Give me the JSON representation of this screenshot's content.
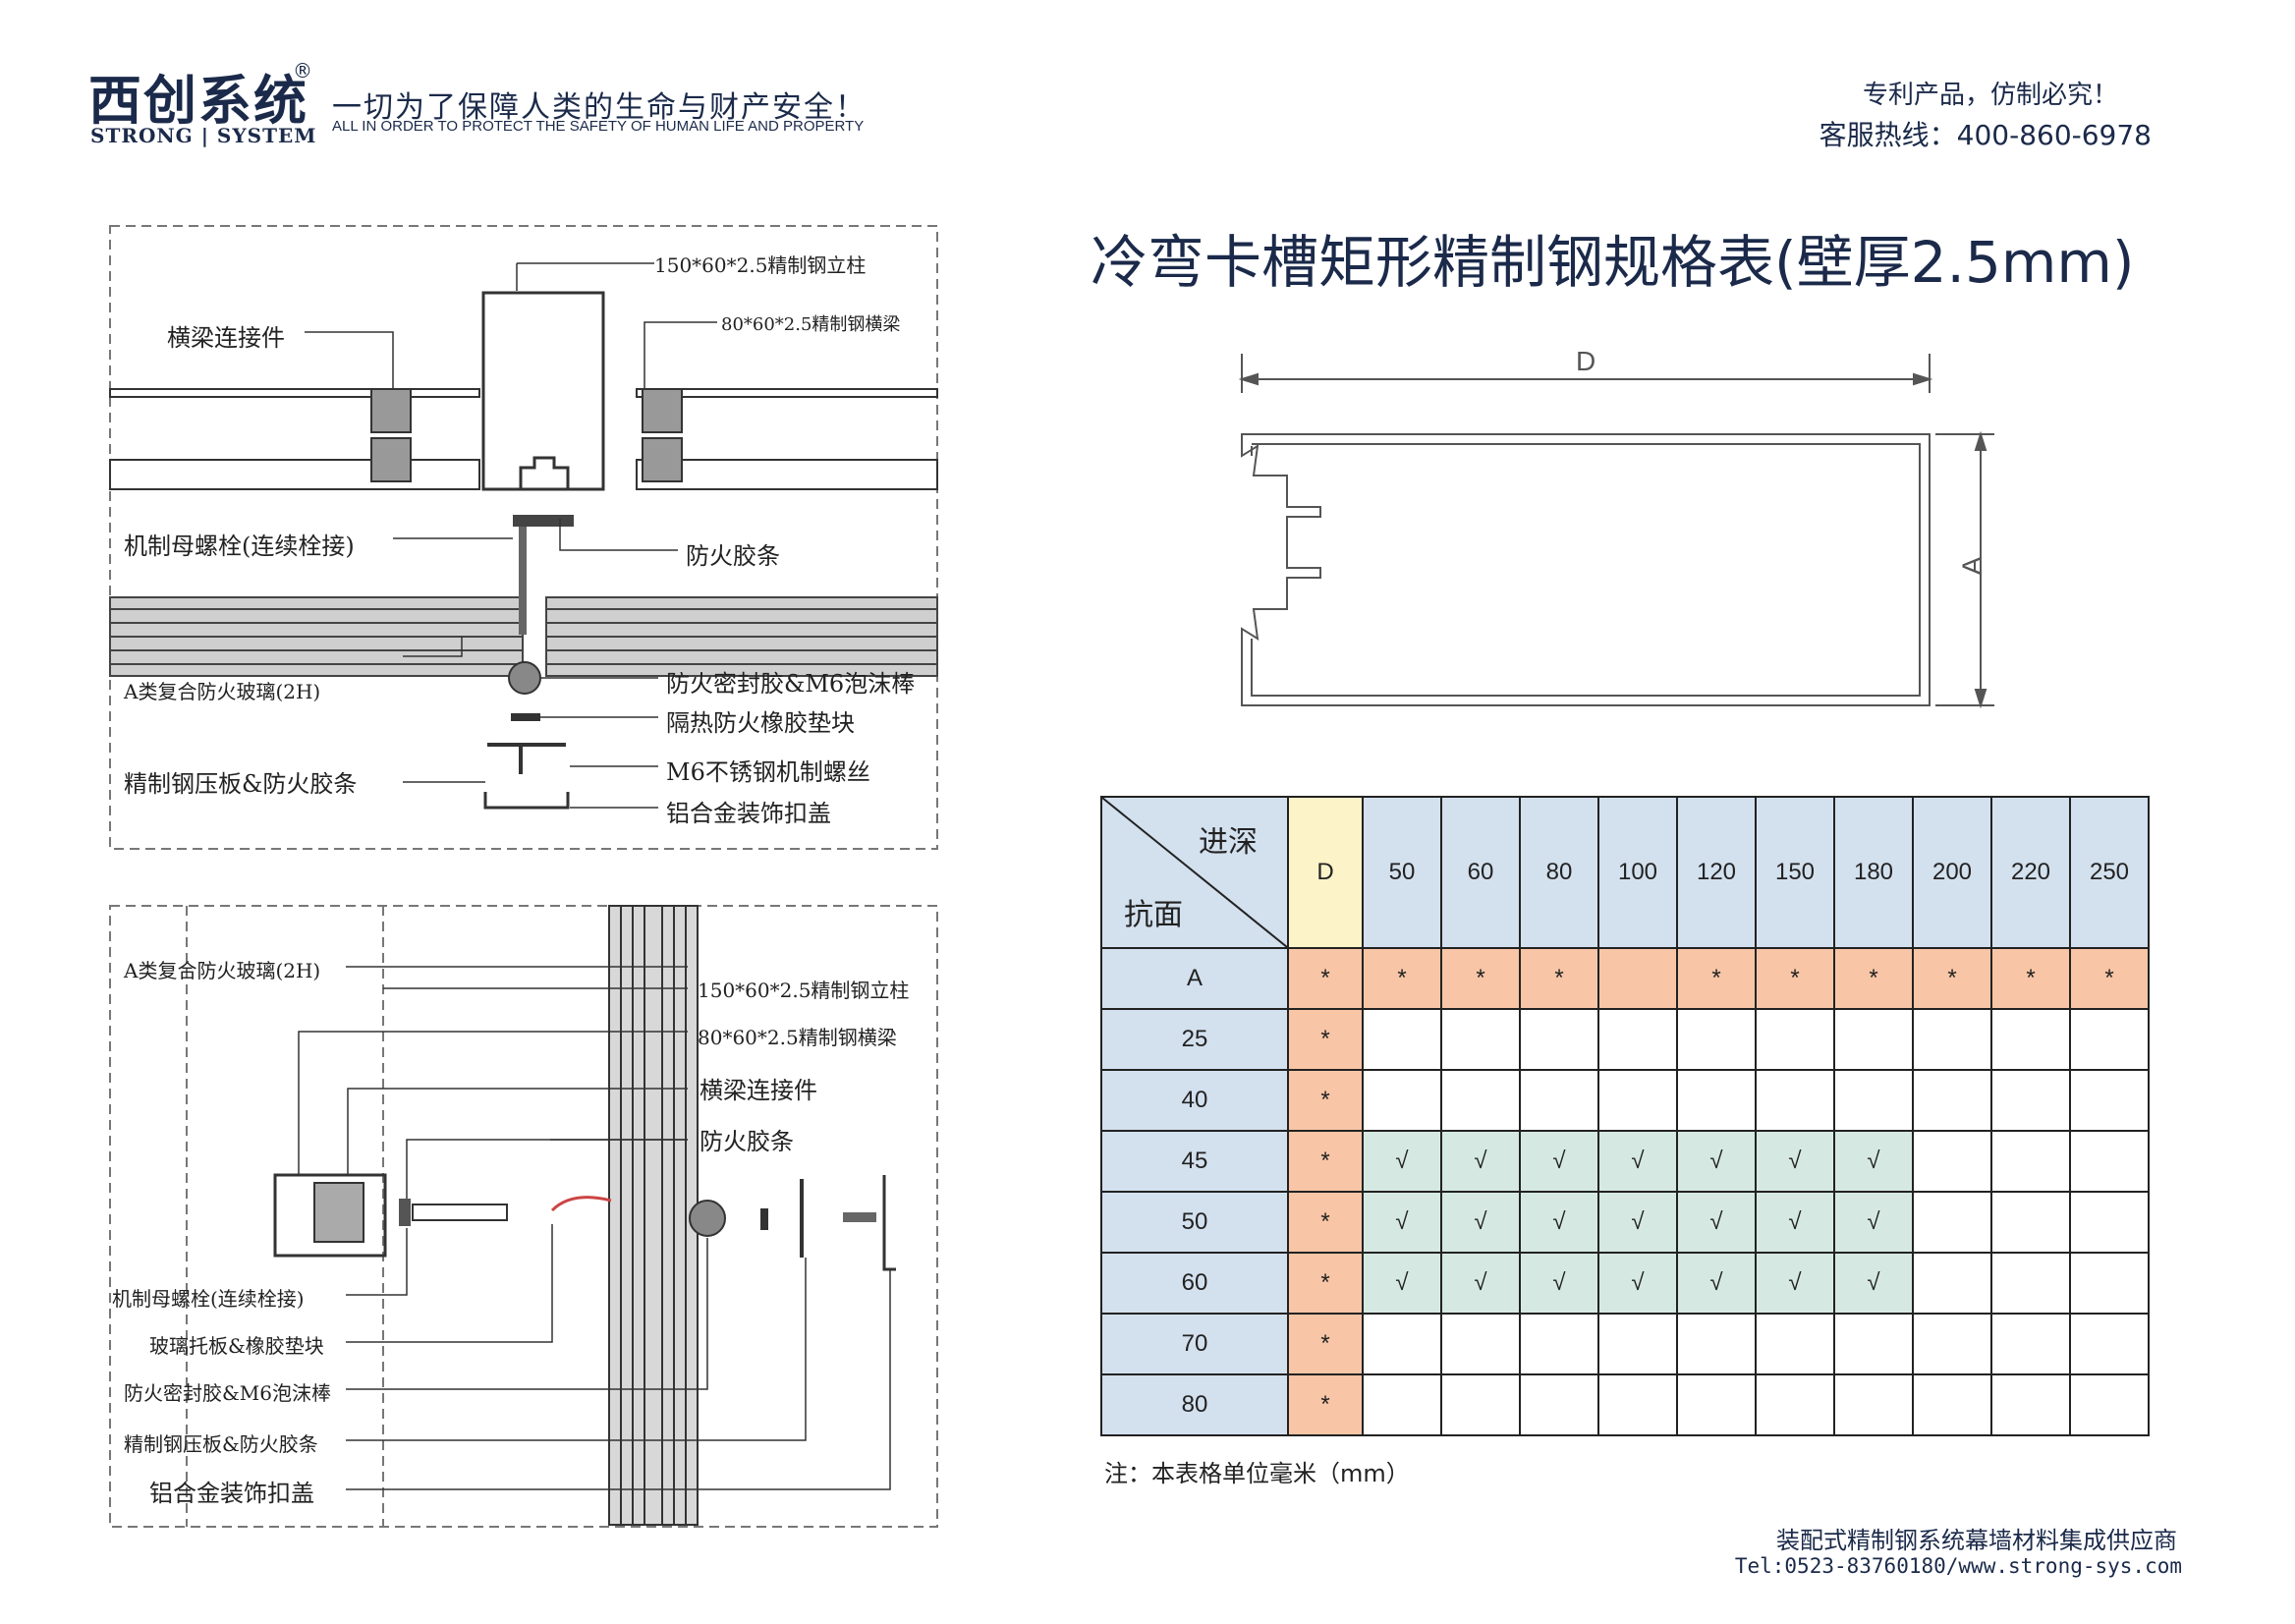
{
  "header": {
    "logo_cn": "西创系统",
    "logo_reg": "®",
    "logo_en": "STRONG | SYSTEM",
    "slogan_cn": "一切为了保障人类的生命与财产安全！",
    "slogan_en": "ALL IN ORDER TO PROTECT THE SAFETY OF HUMAN LIFE AND PROPERTY",
    "patent": "专利产品，仿制必究！",
    "hotline": "客服热线：400-860-6978"
  },
  "title": "冷弯卡槽矩形精制钢规格表(壁厚2.5mm)",
  "profile": {
    "dim_d": "D",
    "dim_a": "A"
  },
  "diagram_top": {
    "labels": [
      "150*60*2.5精制钢立柱",
      "横梁连接件",
      "80*60*2.5精制钢横梁",
      "机制母螺栓(连续栓接)",
      "防火胶条",
      "A类复合防火玻璃(2H)",
      "防火密封胶&M6泡沫棒",
      "隔热防火橡胶垫块",
      "精制钢压板&防火胶条",
      "M6不锈钢机制螺丝",
      "铝合金装饰扣盖"
    ]
  },
  "diagram_bottom": {
    "labels": [
      "A类复合防火玻璃(2H)",
      "150*60*2.5精制钢立柱",
      "80*60*2.5精制钢横梁",
      "横梁连接件",
      "防火胶条",
      "机制母螺栓(连续栓接)",
      "玻璃托板&橡胶垫块",
      "防火密封胶&M6泡沫棒",
      "精制钢压板&防火胶条",
      "铝合金装饰扣盖"
    ]
  },
  "table": {
    "corner_top": "进深",
    "corner_bottom": "抗面",
    "d_label": "D",
    "columns": [
      "50",
      "60",
      "80",
      "100",
      "120",
      "150",
      "180",
      "200",
      "220",
      "250"
    ],
    "a_row": {
      "label": "A",
      "d": "*",
      "cells": [
        "*",
        "*",
        "*",
        "",
        "*",
        "*",
        "*",
        "*",
        "*",
        "*"
      ]
    },
    "rows": [
      {
        "label": "25",
        "d": "*",
        "cells": [
          "",
          "",
          "",
          "",
          "",
          "",
          "",
          "",
          "",
          ""
        ]
      },
      {
        "label": "40",
        "d": "*",
        "cells": [
          "",
          "",
          "",
          "",
          "",
          "",
          "",
          "",
          "",
          ""
        ]
      },
      {
        "label": "45",
        "d": "*",
        "cells": [
          "√",
          "√",
          "√",
          "√",
          "√",
          "√",
          "√",
          "",
          "",
          ""
        ]
      },
      {
        "label": "50",
        "d": "*",
        "cells": [
          "√",
          "√",
          "√",
          "√",
          "√",
          "√",
          "√",
          "",
          "",
          ""
        ]
      },
      {
        "label": "60",
        "d": "*",
        "cells": [
          "√",
          "√",
          "√",
          "√",
          "√",
          "√",
          "√",
          "",
          "",
          ""
        ]
      },
      {
        "label": "70",
        "d": "*",
        "cells": [
          "",
          "",
          "",
          "",
          "",
          "",
          "",
          "",
          "",
          ""
        ]
      },
      {
        "label": "80",
        "d": "*",
        "cells": [
          "",
          "",
          "",
          "",
          "",
          "",
          "",
          "",
          "",
          ""
        ]
      }
    ]
  },
  "note": "注：本表格单位毫米（mm）",
  "footer": {
    "line1": "装配式精制钢系统幕墙材料集成供应商",
    "line2": "Tel:0523-83760180/www.strong-sys.com"
  }
}
